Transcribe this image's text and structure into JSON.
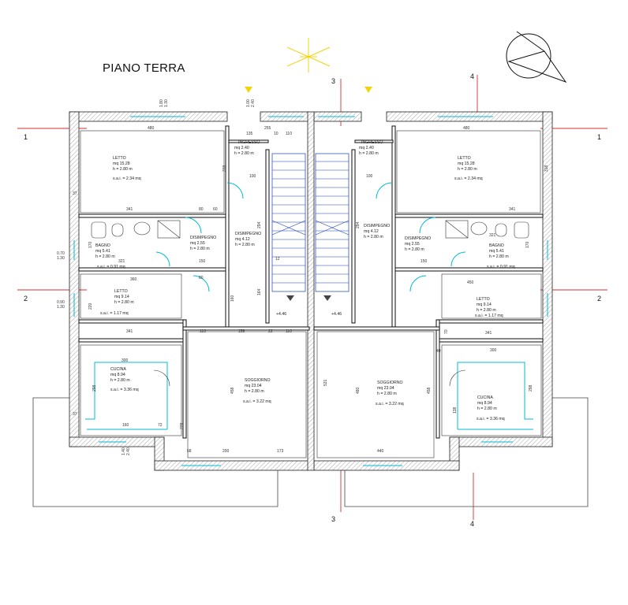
{
  "title": "PIANO TERRA",
  "axes": {
    "a1": "1",
    "a2": "2",
    "a3": "3",
    "a4": "4"
  },
  "rooms": {
    "letto_l": {
      "name": "LETTO",
      "area": "mq 15.28",
      "h": "h = 2.80 m",
      "sai": "s.a.i. = 2.34 mq"
    },
    "letto_r": {
      "name": "LETTO",
      "area": "mq 15.28",
      "h": "h = 2.80 m",
      "sai": "s.a.i. = 2.34 mq"
    },
    "ingresso_l": {
      "name": "INGRESSO",
      "area": "mq 2.40",
      "h": "h = 2.80 m"
    },
    "ingresso_r": {
      "name": "INGRESSO",
      "area": "mq 2.40",
      "h": "h = 2.80 m"
    },
    "bagno_l": {
      "name": "BAGNO",
      "area": "mq 5.41",
      "h": "h = 2.80 m",
      "sai": "s.a.i. = 0.91 mq"
    },
    "bagno_r": {
      "name": "BAGNO",
      "area": "mq 5.41",
      "h": "h = 2.80 m",
      "sai": "s.a.i. = 0.91 mq"
    },
    "disimpegno1_l": {
      "name": "DISIMPEGNO",
      "area": "mq 2.55",
      "h": "h = 2.80 m"
    },
    "disimpegno2_l": {
      "name": "DISIMPEGNO",
      "area": "mq 4.12",
      "h": "h = 2.80 m"
    },
    "disimpegno1_r": {
      "name": "DISIMPEGNO",
      "area": "mq 2.55",
      "h": "h = 2.80 m"
    },
    "disimpegno2_r": {
      "name": "DISIMPEGNO",
      "area": "mq 4.12",
      "h": "h = 2.80 m"
    },
    "letto2_l": {
      "name": "LETTO",
      "area": "mq 9.14",
      "h": "h = 2.80 m",
      "sai": "s.a.i. = 1.17 mq"
    },
    "letto2_r": {
      "name": "LETTO",
      "area": "mq 9.14",
      "h": "h = 2.80 m",
      "sai": "s.a.i. = 1.17 mq"
    },
    "cucina_l": {
      "name": "CUCINA",
      "area": "mq 8.94",
      "h": "h = 2.80 m",
      "sai": "s.a.i. = 3.36 mq"
    },
    "cucina_r": {
      "name": "CUCINA",
      "area": "mq 8.94",
      "h": "h = 2.80 m",
      "sai": "s.a.i. = 3.36 mq"
    },
    "soggiorno_l": {
      "name": "SOGGIORNO",
      "area": "mq 23.04",
      "h": "h = 2.80 m",
      "sai": "s.a.i. = 3.22 mq"
    },
    "soggiorno_r": {
      "name": "SOGGIORNO",
      "area": "mq 23.04",
      "h": "h = 2.80 m",
      "sai": "s.a.i. = 3.22 mq"
    }
  },
  "levels": {
    "stair_l": "+4.46",
    "stair_r": "+4.46"
  },
  "dims": {
    "d480a": "480",
    "d480b": "480",
    "d135": "135",
    "d255": "255",
    "d10a": "10",
    "d110a": "110",
    "d318a": "318",
    "d318b": "318",
    "d341a": "341",
    "d341b": "341",
    "d341c": "341",
    "d341d": "341",
    "d321a": "321",
    "d321b": "321",
    "d360": "360",
    "d450": "450",
    "d150a": "150",
    "d150b": "150",
    "d100a": "100",
    "d100b": "100",
    "d60a": "60",
    "d80a": "80",
    "d80b": "80",
    "d294a": "294",
    "d294b": "294",
    "d160": "160",
    "d164": "164",
    "d158": "158",
    "d22": "22",
    "d110b": "110",
    "d110c": "110",
    "d458a": "458",
    "d458b": "458",
    "d531": "531",
    "d480c": "480",
    "d298a": "298",
    "d298b": "298",
    "d300a": "300",
    "d300b": "300",
    "d160b": "160",
    "d72": "72",
    "d68a": "68",
    "d200": "200",
    "d173": "173",
    "d440": "440",
    "d228": "228",
    "d138": "138",
    "d12": "12",
    "d220": "220",
    "d170a": "170",
    "d170b": "170",
    "d40": "40",
    "d70": "70",
    "d37a": "37",
    "d37b": "37",
    "w180a": "1.80",
    "w130a": "1.30",
    "w100a": "1.00",
    "w240a": "2.40",
    "w070": "0.70",
    "w130b": "1.30",
    "w090": "0.90",
    "w130c": "1.30",
    "w140": "1.40",
    "w240b": "2.40"
  }
}
